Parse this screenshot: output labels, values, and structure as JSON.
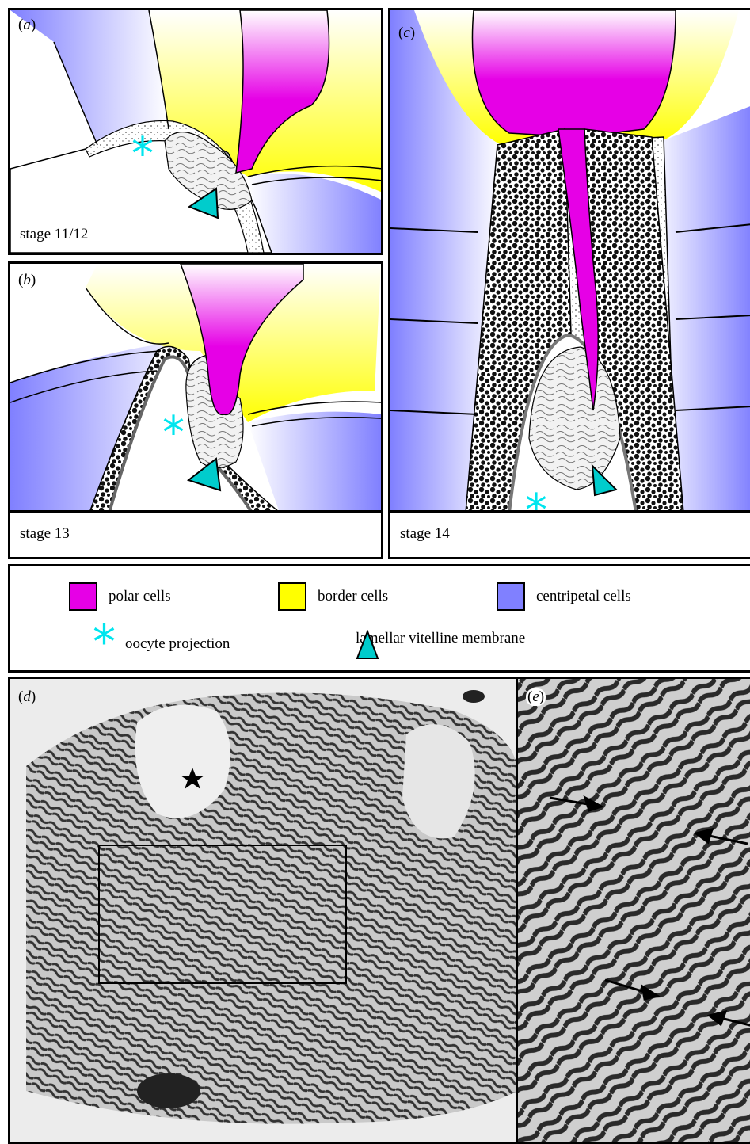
{
  "panels": {
    "a": {
      "letter": "a",
      "stage": "stage 11/12"
    },
    "b": {
      "letter": "b",
      "stage": "stage 13"
    },
    "c": {
      "letter": "c",
      "stage": "stage 14"
    },
    "d": {
      "letter": "d"
    },
    "e": {
      "letter": "e"
    }
  },
  "legend": {
    "polar": "polar cells",
    "border": "border cells",
    "centripetal": "centripetal cells",
    "oocyte": "oocyte projection",
    "lamellar": "lamellar vitelline membrane"
  },
  "colors": {
    "polar": "#e600e6",
    "border": "#ffff00",
    "centripetal": "#8080ff",
    "oocyte_marker": "#00e5ee",
    "lamellar_marker": "#00cccc"
  },
  "icons": {
    "oocyte": "asterisk-icon",
    "lamellar": "triangle-icon",
    "star": "star-icon",
    "arrow": "arrow-icon"
  }
}
